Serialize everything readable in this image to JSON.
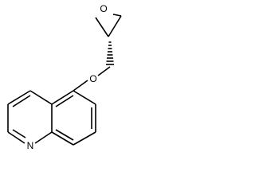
{
  "structure": {
    "atoms": {
      "epoxide_oxygen": "O",
      "ether_oxygen": "O",
      "quinoline_nitrogen": "N"
    }
  },
  "colors": {
    "background": "#ffffff",
    "ink": "#000000"
  }
}
